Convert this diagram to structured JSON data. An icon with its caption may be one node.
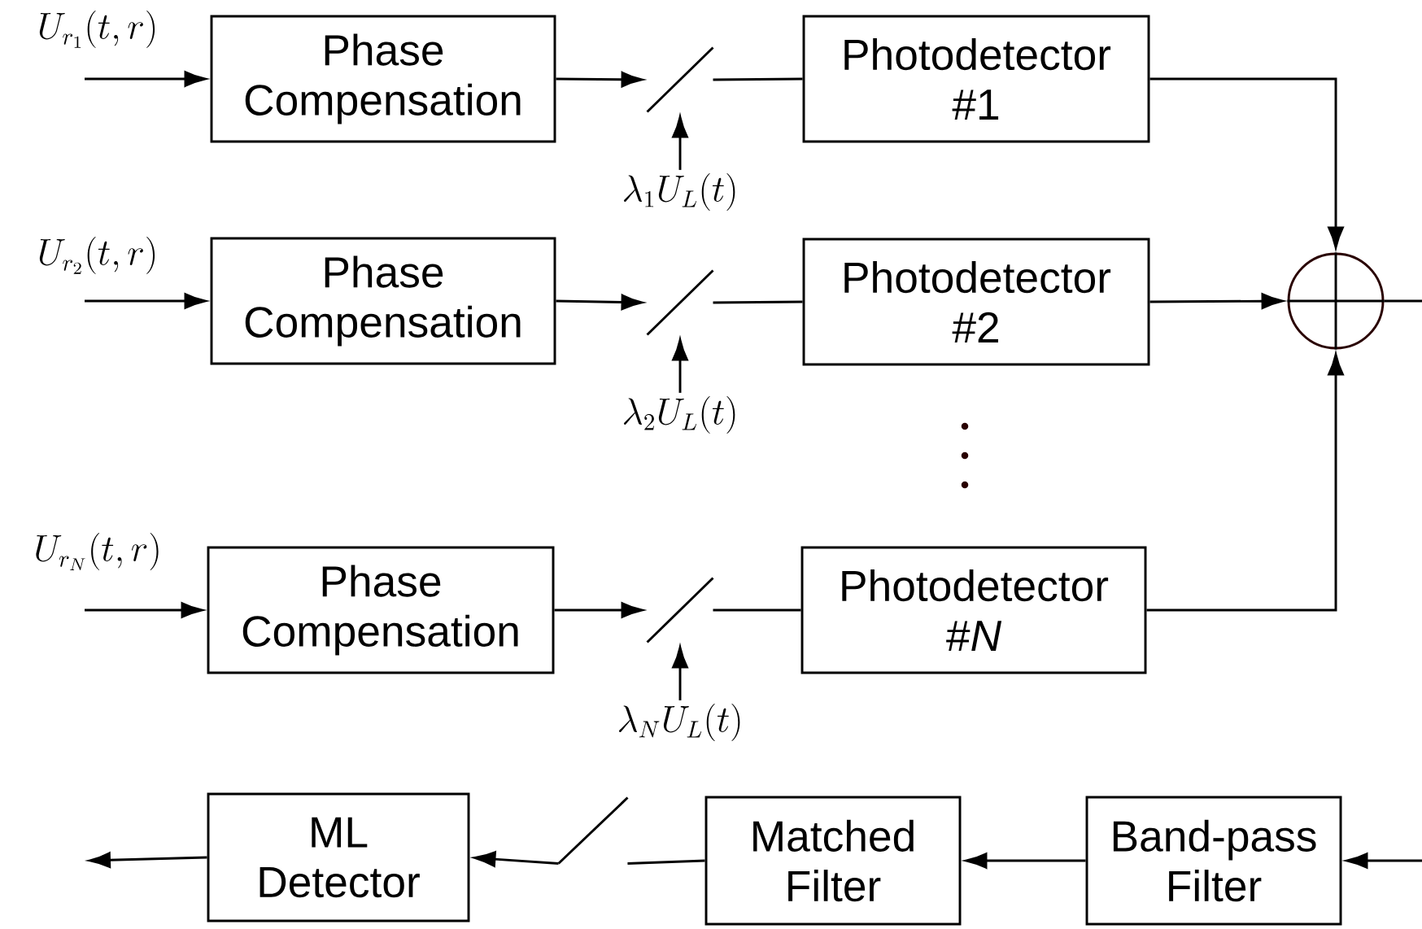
{
  "diagram": {
    "nodes": [
      {
        "text": [
          "Phase Compensation"
        ]
      },
      {
        "text": [],
        "shape": "switch"
      },
      {
        "text": [
          "\\lambda_1 U_L(t)"
        ]
      },
      {
        "text": [
          "Photodetector #1"
        ]
      },
      {
        "text": [
          "Phase Compensation"
        ]
      },
      {
        "text": [],
        "shape": "switch"
      },
      {
        "text": [
          "\\lambda_2 U_L(t)"
        ]
      },
      {
        "text": [
          "Photodetector #2"
        ]
      },
      {
        "text": [
          "Phase Compensation"
        ]
      },
      {
        "text": [],
        "shape": "switch"
      },
      {
        "text": [
          "\\lambda_N U_L(t)"
        ]
      },
      {
        "text": [
          "Photodetector #*N*"
        ]
      },
      {
        "text": [],
        "shape": "circle"
      },
      {
        "text": [
          "Band-pass Filter"
        ]
      },
      {
        "text": [
          "Matched Filter"
        ]
      },
      {
        "text": [],
        "shape": "switch"
      },
      {
        "text": [
          "ML Detector"
        ]
      }
    ],
    "edges": [
      {
        "from": null,
        "to": 0,
        "arrow": "to"
      },
      {
        "from": 0,
        "to": 1,
        "arrow": "to"
      },
      {
        "from": 2,
        "to": 1,
        "arrow": "to"
      },
      {
        "from": 1,
        "to": 3,
        "arrow": "none"
      },
      {
        "from": 3,
        "to": 12,
        "arrow": "to"
      },
      {
        "from": null,
        "to": 4,
        "arrow": "to"
      },
      {
        "from": 4,
        "to": 5,
        "arrow": "to"
      },
      {
        "from": 6,
        "to": 5,
        "arrow": "to"
      },
      {
        "from": 5,
        "to": 7,
        "arrow": "none"
      },
      {
        "from": 7,
        "to": 12,
        "arrow": "to"
      },
      {
        "from": null,
        "to": 8,
        "arrow": "to"
      },
      {
        "from": 8,
        "to": 9,
        "arrow": "to"
      },
      {
        "from": 10,
        "to": 9,
        "arrow": "to"
      },
      {
        "from": 9,
        "to": 11,
        "arrow": "none"
      },
      {
        "from": 11,
        "to": 12,
        "arrow": "to"
      },
      {
        "from": 12,
        "to": null,
        "arrow": "none"
      },
      {
        "from": null,
        "to": 13,
        "arrow": "to"
      },
      {
        "from": 13,
        "to": 14,
        "arrow": "to"
      },
      {
        "from": 14,
        "to": 15,
        "arrow": "none"
      },
      {
        "from": 15,
        "to": 16,
        "arrow": "to"
      },
      {
        "from": 16,
        "to": null,
        "arrow": "to"
      }
    ],
    "labels": [
      "U_{r_1}(t,r)",
      "U_{r_2}(t,r)",
      "U_{r_N}(t,r)"
    ]
  }
}
